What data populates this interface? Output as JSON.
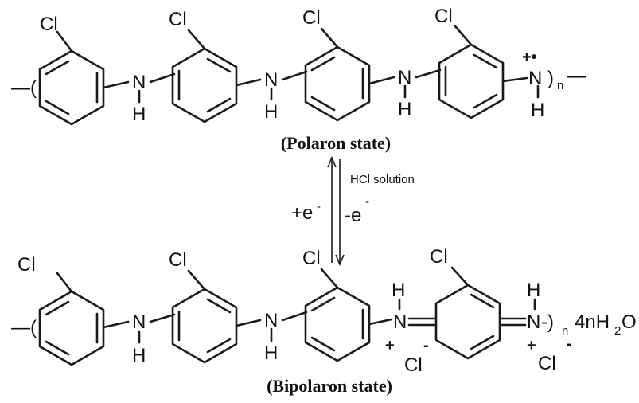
{
  "top": {
    "left_paren": "—(",
    "cl": "Cl",
    "n": "N",
    "h": "H",
    "radical": "+•",
    "end_n": "N",
    "end_paren": ")",
    "end_n_sub": "n",
    "end_dash": "—"
  },
  "top_caption": "(Polaron state)",
  "arrows": {
    "condition": "HCl solution",
    "forward": "+e",
    "forward_sup": "-",
    "reverse": "-e",
    "reverse_sup": "-"
  },
  "bottom": {
    "left_paren": "—(",
    "cl": "Cl",
    "n": "N",
    "h": "H",
    "plus": "+",
    "minus": "-",
    "counter": "Cl",
    "end_n": "N",
    "end_close": "-)",
    "end_sub": "n",
    "water": "4nH",
    "water_sub": "2",
    "water_tail": "O"
  },
  "bottom_caption": "(Bipolaron state)"
}
